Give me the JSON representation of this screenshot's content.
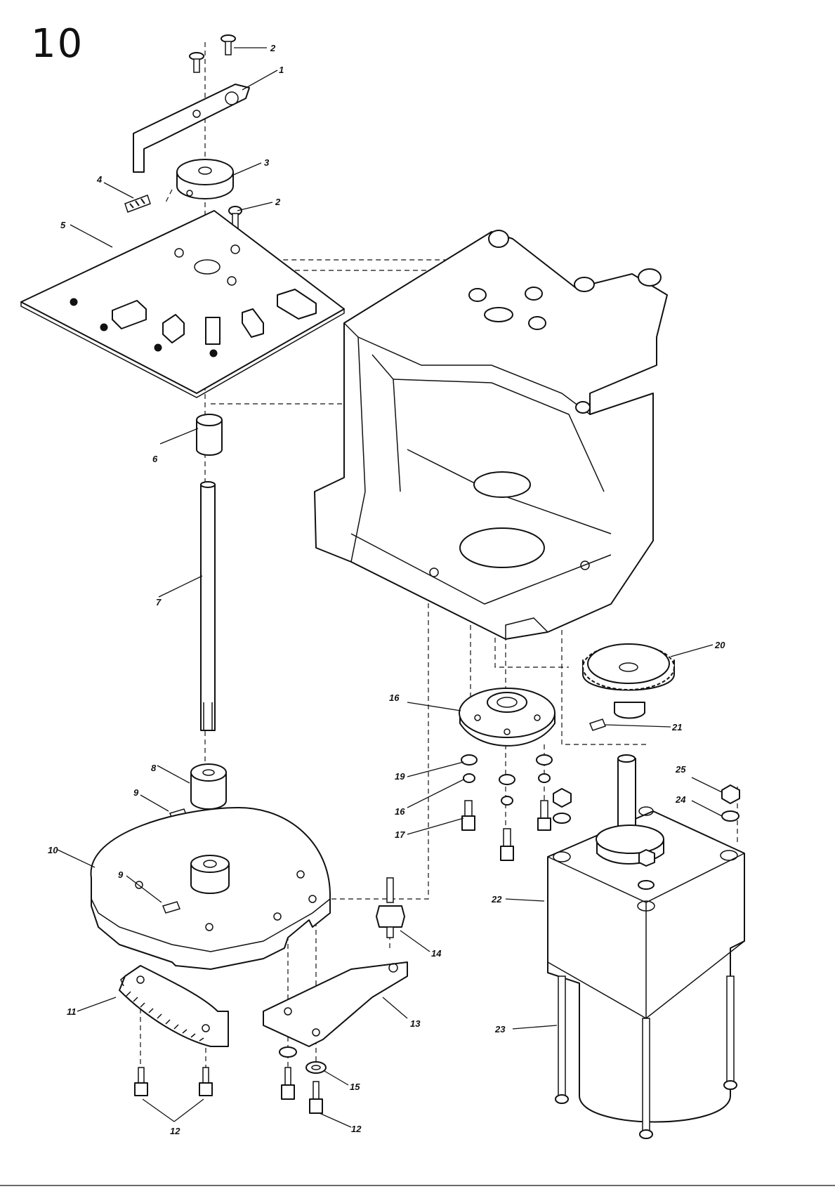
{
  "figure_number": "10",
  "callouts": [
    "1",
    "2",
    "2",
    "3",
    "4",
    "5",
    "6",
    "7",
    "8",
    "9",
    "9",
    "10",
    "11",
    "12",
    "12",
    "13",
    "14",
    "15",
    "16",
    "16",
    "17",
    "19",
    "20",
    "21",
    "22",
    "23",
    "24",
    "25"
  ]
}
